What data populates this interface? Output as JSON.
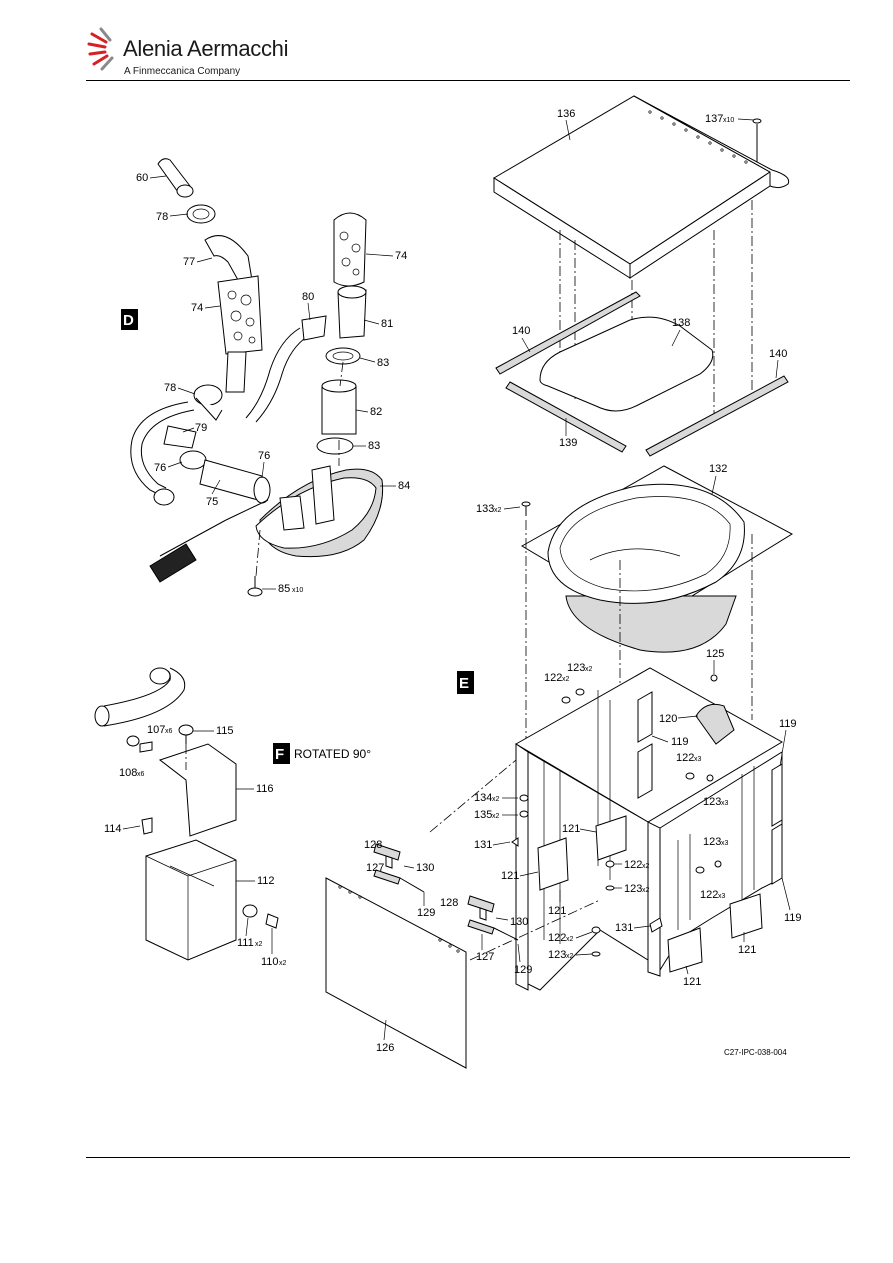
{
  "header": {
    "brand": "Alenia Aermacchi",
    "subtitle": "A Finmeccanica Company"
  },
  "views": {
    "d": "D",
    "e": "E",
    "f": "F",
    "f_note": "ROTATED 90°"
  },
  "callouts": {
    "c60": "60",
    "c78a": "78",
    "c77": "77",
    "c74a": "74",
    "c74b": "74",
    "c80": "80",
    "c81": "81",
    "c83a": "83",
    "c82": "82",
    "c83b": "83",
    "c78b": "78",
    "c79": "79",
    "c76a": "76",
    "c76b": "76",
    "c75": "75",
    "c84": "84",
    "c85": "85",
    "c85q": "x10",
    "c136": "136",
    "c137": "137",
    "c137q": "x10",
    "c140a": "140",
    "c138": "138",
    "c140b": "140",
    "c139": "139",
    "c132": "132",
    "c133": "133",
    "c133q": "x2",
    "c125": "125",
    "c123a": "123",
    "c123aq": "x2",
    "c122a": "122",
    "c122aq": "x2",
    "c120": "120",
    "c119a": "119",
    "c119b": "119",
    "c122b": "122",
    "c122bq": "x3",
    "c134": "134",
    "c134q": "x2",
    "c135": "135",
    "c135q": "x2",
    "c123b": "123",
    "c123bq": "x3",
    "c121a": "121",
    "c123c": "123",
    "c123cq": "x3",
    "c131a": "131",
    "c121b": "121",
    "c122c": "122",
    "c122cq": "x2",
    "c123d": "123",
    "c123dq": "x2",
    "c121c": "121",
    "c122d": "122",
    "c122dq": "x3",
    "c119c": "119",
    "c131b": "131",
    "c122e": "122",
    "c122eq": "x2",
    "c123e": "123",
    "c123eq": "x2",
    "c121d": "121",
    "c121e": "121",
    "c128a": "128",
    "c127a": "127",
    "c130a": "130",
    "c129a": "129",
    "c128b": "128",
    "c130b": "130",
    "c127b": "127",
    "c129b": "129",
    "c126": "126",
    "c107": "107",
    "c107q": "x6",
    "c115": "115",
    "c108": "108",
    "c108q": "x6",
    "c116": "116",
    "c114": "114",
    "c112": "112",
    "c111": "111",
    "c111q": "x2",
    "c110": "110",
    "c110q": "x2"
  },
  "figure_ref": "C27-IPC-038-004",
  "icons": [
    "alenia-logo-icon"
  ]
}
